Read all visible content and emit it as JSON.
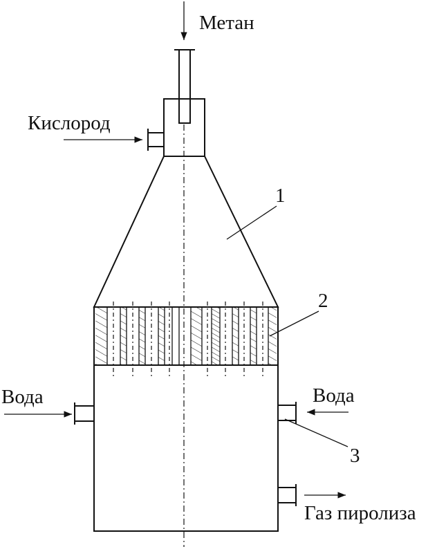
{
  "labels": {
    "methane": "Метан",
    "oxygen": "Кислород",
    "water_left": "Вода",
    "water_right": "Вода",
    "pyrolysis_gas": "Газ пиролиза",
    "callout_1": "1",
    "callout_2": "2",
    "callout_3": "3"
  },
  "colors": {
    "stroke": "#111111",
    "background": "#ffffff"
  }
}
